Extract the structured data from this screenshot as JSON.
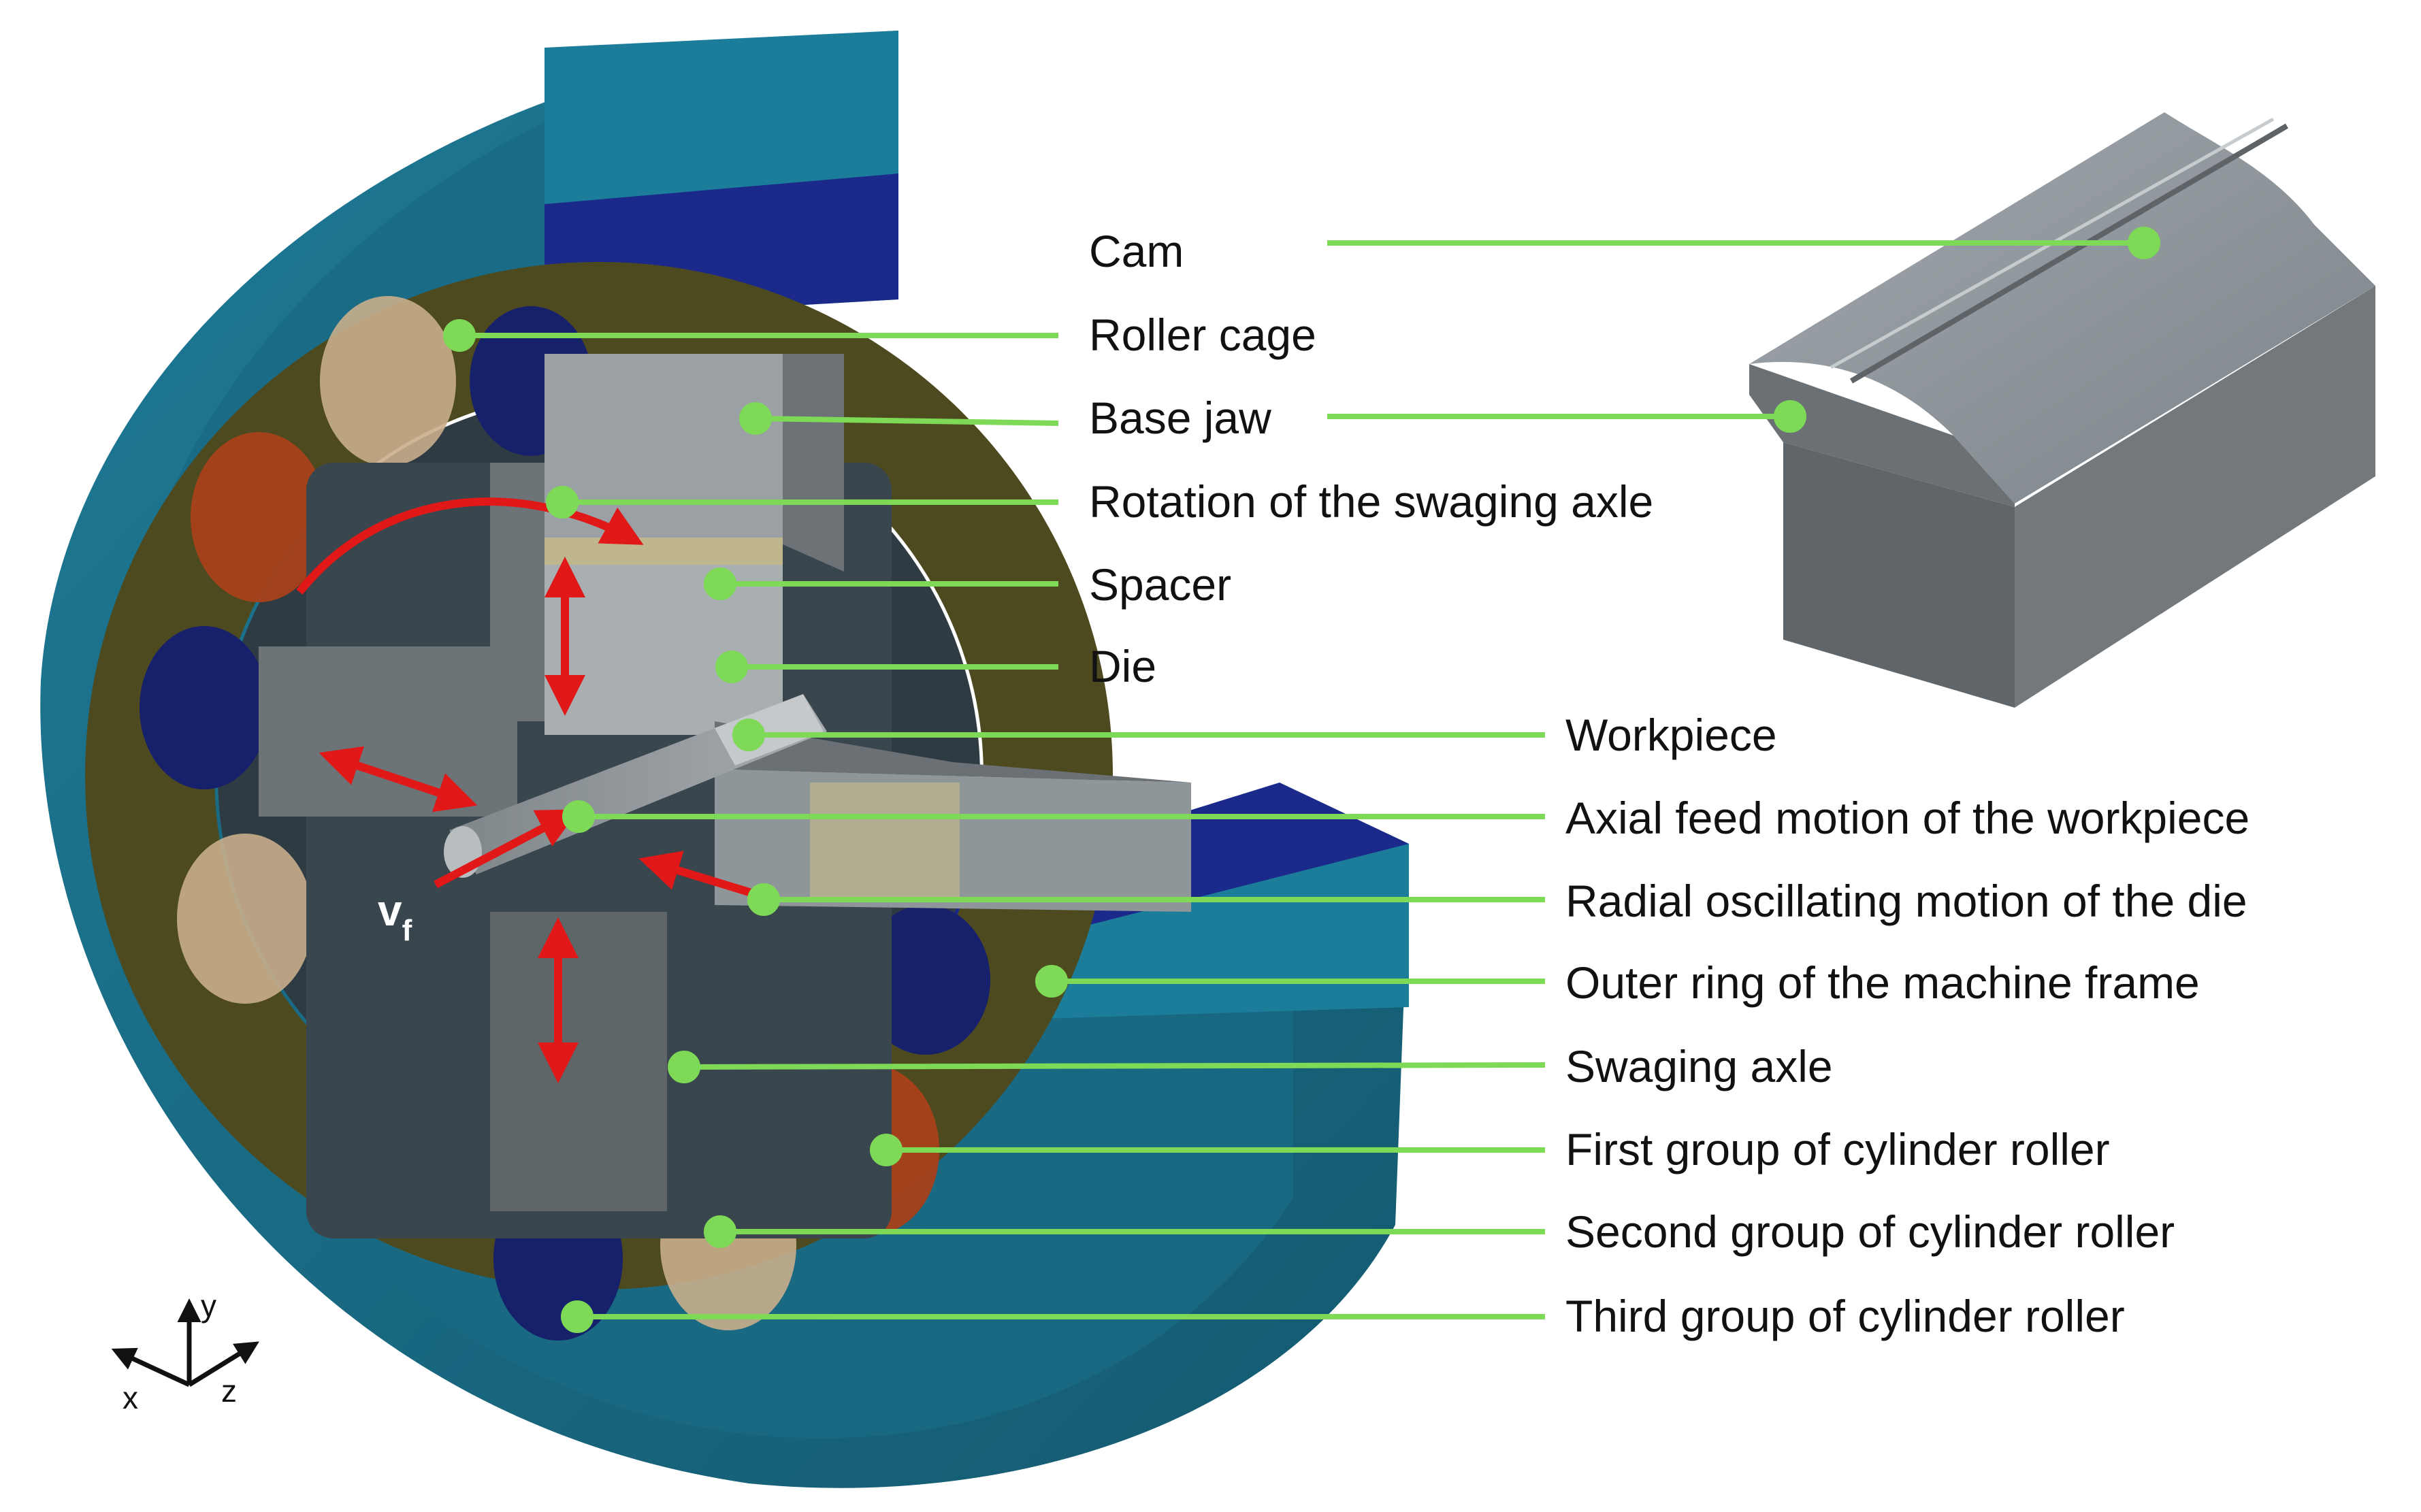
{
  "labels": {
    "cam": "Cam",
    "roller_cage": "Roller cage",
    "base_jaw": "Base jaw",
    "rotation": "Rotation of the swaging axle",
    "spacer": "Spacer",
    "die": "Die",
    "workpiece": "Workpiece",
    "axial_feed": "Axial feed motion of the workpiece",
    "radial_osc": "Radial oscillating motion of the die",
    "outer_ring": "Outer ring of the machine frame",
    "swaging_axle": "Swaging axle",
    "first_group": "First group of cylinder roller",
    "second_group": "Second group of cylinder roller",
    "third_group": "Third group of cylinder roller"
  },
  "symbols": {
    "feed_velocity": "v",
    "feed_velocity_sub": "f",
    "axis_x": "x",
    "axis_y": "y",
    "axis_z": "z"
  },
  "colors": {
    "leader": "#7ed957",
    "motion_arrow": "#e01818",
    "outer_ring": "#1e6c86",
    "frame_top": "#1a86a6",
    "dark_blue": "#1b2a8a",
    "steel": "#8c9398",
    "cage": "#5a5322",
    "roller_orange": "#b0461a",
    "roller_beige": "#c9ae8c",
    "roller_navy": "#17206b"
  }
}
